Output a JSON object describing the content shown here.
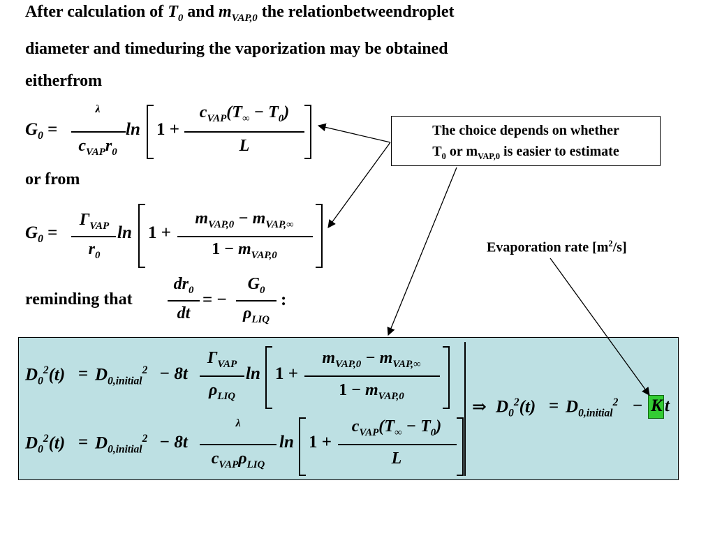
{
  "intro": {
    "line1_a": "After calculation of",
    "line1_b": "and",
    "line1_c": "the relationbetweendroplet",
    "line2": "diameter and timeduring the vaporization may be obtained",
    "line3": "eitherfrom"
  },
  "or_from": "or from",
  "reminding": "reminding that",
  "callout": {
    "text_a": "The choice depends on whether",
    "t0_base": "T",
    "t0_sub": "0",
    "text_or": "or m",
    "m_sub": "VAP,0",
    "text_b": "is easier to estimate"
  },
  "rate_label": {
    "text": "Evaporation rate [m",
    "sup": "2",
    "end": "/s]"
  },
  "symbols": {
    "T": "T",
    "zero": "0",
    "m": "m",
    "vap0": "VAP,0",
    "vapinf": "VAP,∞",
    "vap": "VAP",
    "G": "G",
    "lambda": "λ",
    "c": "c",
    "r": "r",
    "L": "L",
    "ln": "ln",
    "one_plus": "1 +",
    "one_minus": "1 −",
    "Gamma": "Γ",
    "rho": "ρ",
    "liq": "LIQ",
    "dr": "dr",
    "dt": "dt",
    "D": "D",
    "two": "2",
    "init": "0,initial",
    "t_paren": "(t)",
    "eq": "=",
    "minus_8t": "− 8t",
    "Tinf_minus_T0": "(T",
    "inf": "∞",
    "minus_T": " − T",
    "close": ")",
    "m_minus": " − m",
    "eq_minus": "= −",
    "colon": ":",
    "implies": "⇒",
    "minus": "−",
    "K": "K",
    "t": "t"
  }
}
